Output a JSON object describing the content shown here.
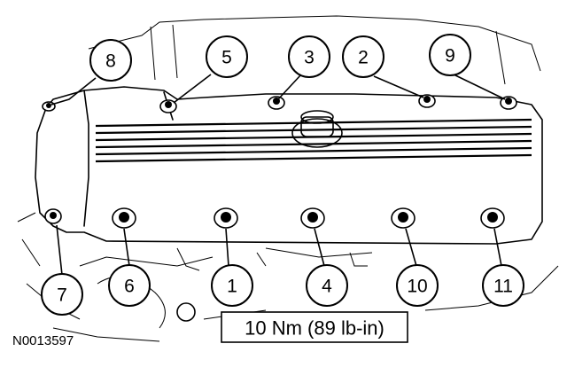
{
  "figure": {
    "callouts": [
      {
        "number": "8"
      },
      {
        "number": "5"
      },
      {
        "number": "3"
      },
      {
        "number": "2"
      },
      {
        "number": "9"
      },
      {
        "number": "7"
      },
      {
        "number": "6"
      },
      {
        "number": "1"
      },
      {
        "number": "4"
      },
      {
        "number": "10"
      },
      {
        "number": "11"
      }
    ],
    "torque_spec": "10 Nm (89 lb-in)",
    "figure_id": "N0013597"
  }
}
